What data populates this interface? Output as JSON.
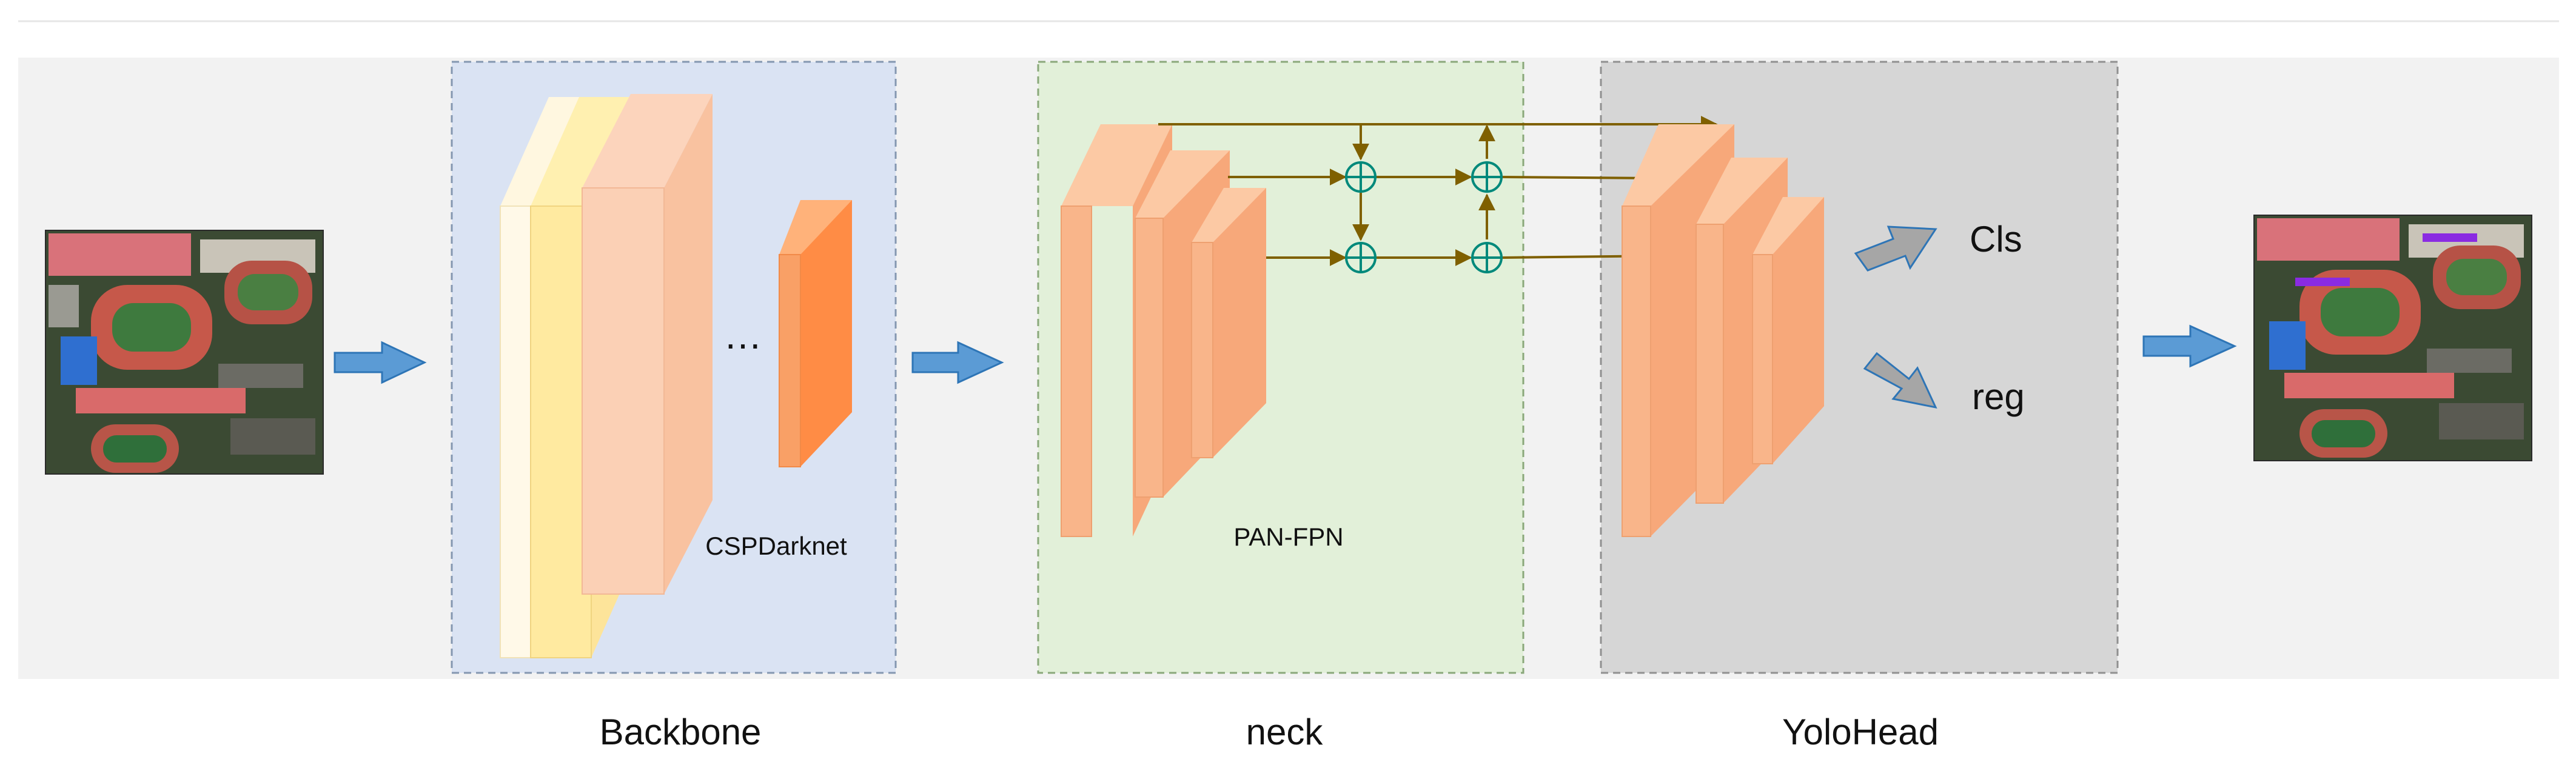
{
  "stages": {
    "backbone": "Backbone",
    "neck": "neck",
    "head": "YoloHead"
  },
  "inner_labels": {
    "backbone": "CSPDarknet",
    "neck": "PAN-FPN",
    "ellipsis": "…"
  },
  "outputs": {
    "cls": "Cls",
    "reg": "reg"
  },
  "colors": {
    "band": "#f2f2f2",
    "backbone_bg": "#dae3f3",
    "neck_bg": "#e2f0d9",
    "head_bg": "#d6d6d6",
    "feature_orange": "#f4b183",
    "feature_deep": "#ff8c45",
    "arrow_blue": "#5b9bd5",
    "arrow_gray": "#a6a6a6",
    "connector": "#7f6000",
    "sum_node": "#00897b"
  }
}
